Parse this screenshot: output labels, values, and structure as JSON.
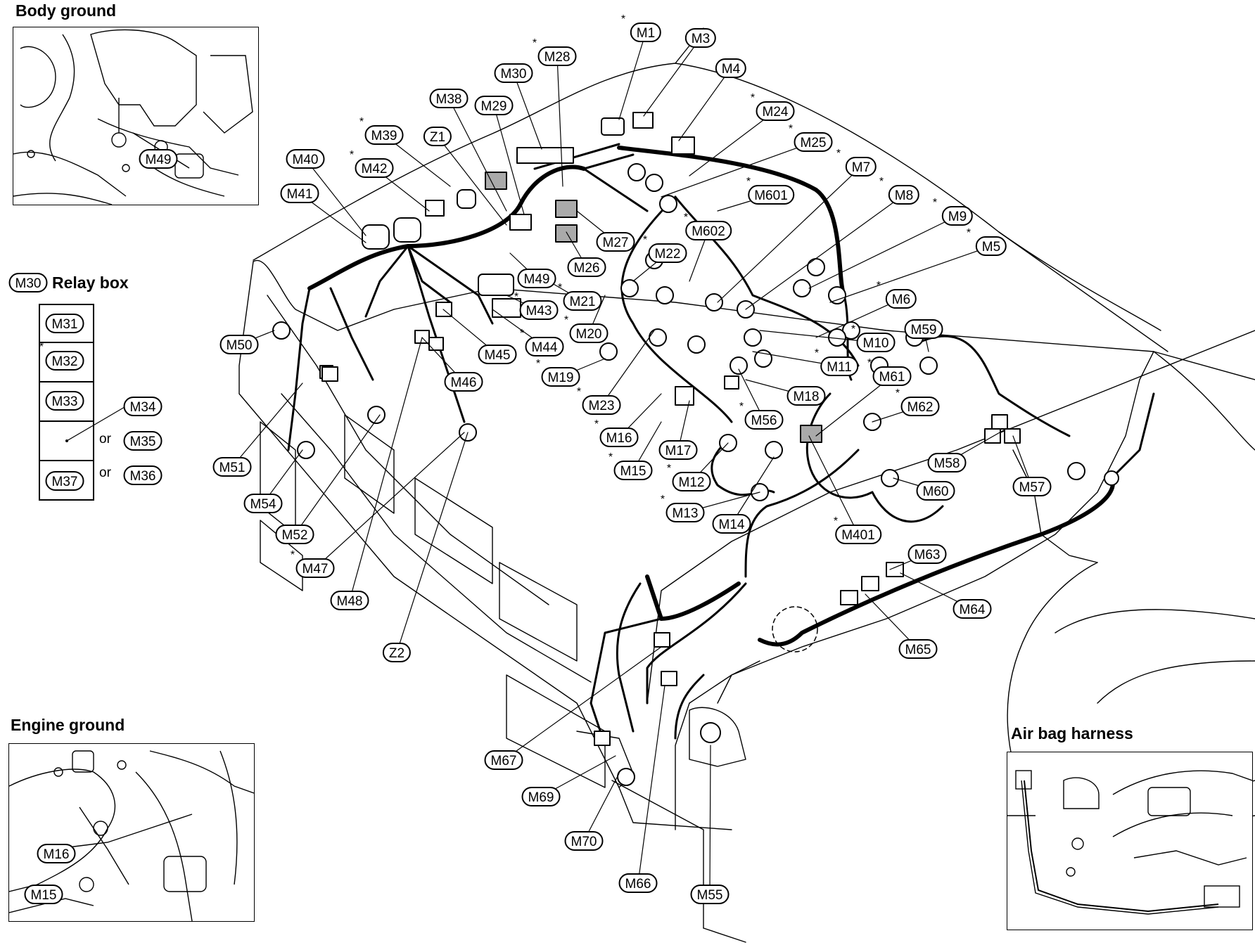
{
  "insets": {
    "body_ground": {
      "title": "Body ground",
      "label": "M49"
    },
    "engine_ground": {
      "title": "Engine ground",
      "labels": [
        "M16",
        "M15"
      ]
    },
    "air_bag": {
      "title": "Air bag harness"
    }
  },
  "relay_box": {
    "ref": "M30",
    "title": "Relay box",
    "cells": [
      "M31",
      "M32",
      "M33",
      "",
      "M37"
    ],
    "starred_cell": "M32",
    "alternatives": [
      "M34",
      "M35",
      "M36"
    ],
    "or_text": "or"
  },
  "connectors": [
    {
      "id": "M1",
      "star": true
    },
    {
      "id": "M3",
      "star": false
    },
    {
      "id": "M4",
      "star": false
    },
    {
      "id": "M28",
      "star": true
    },
    {
      "id": "M30",
      "star": false
    },
    {
      "id": "M38",
      "star": false
    },
    {
      "id": "M29",
      "star": false
    },
    {
      "id": "M24",
      "star": true
    },
    {
      "id": "M25",
      "star": true
    },
    {
      "id": "M39",
      "star": true
    },
    {
      "id": "Z1",
      "star": false
    },
    {
      "id": "M40",
      "star": false
    },
    {
      "id": "M42",
      "star": true
    },
    {
      "id": "M7",
      "star": true
    },
    {
      "id": "M601",
      "star": true
    },
    {
      "id": "M41",
      "star": false
    },
    {
      "id": "M8",
      "star": true
    },
    {
      "id": "M9",
      "star": true
    },
    {
      "id": "M602",
      "star": true
    },
    {
      "id": "M27",
      "star": false
    },
    {
      "id": "M22",
      "star": true
    },
    {
      "id": "M5",
      "star": true
    },
    {
      "id": "M26",
      "star": false
    },
    {
      "id": "M49",
      "star": false
    },
    {
      "id": "M21",
      "star": true
    },
    {
      "id": "M43",
      "star": true
    },
    {
      "id": "M6",
      "star": true
    },
    {
      "id": "M20",
      "star": true
    },
    {
      "id": "M59",
      "star": false
    },
    {
      "id": "M44",
      "star": true
    },
    {
      "id": "M10",
      "star": true
    },
    {
      "id": "M50",
      "star": false
    },
    {
      "id": "M45",
      "star": false
    },
    {
      "id": "M11",
      "star": true
    },
    {
      "id": "M19",
      "star": true
    },
    {
      "id": "M61",
      "star": true
    },
    {
      "id": "M46",
      "star": false
    },
    {
      "id": "M18",
      "star": false
    },
    {
      "id": "M23",
      "star": true
    },
    {
      "id": "M62",
      "star": true
    },
    {
      "id": "M56",
      "star": true
    },
    {
      "id": "M16",
      "star": true
    },
    {
      "id": "M17",
      "star": false
    },
    {
      "id": "M51",
      "star": false
    },
    {
      "id": "M15",
      "star": true
    },
    {
      "id": "M58",
      "star": false
    },
    {
      "id": "M12",
      "star": true
    },
    {
      "id": "M60",
      "star": false
    },
    {
      "id": "M57",
      "star": false
    },
    {
      "id": "M54",
      "star": false
    },
    {
      "id": "M13",
      "star": true
    },
    {
      "id": "M14",
      "star": false
    },
    {
      "id": "M52",
      "star": false
    },
    {
      "id": "M401",
      "star": true
    },
    {
      "id": "M47",
      "star": true
    },
    {
      "id": "M63",
      "star": false
    },
    {
      "id": "M48",
      "star": false
    },
    {
      "id": "M64",
      "star": false
    },
    {
      "id": "M65",
      "star": false
    },
    {
      "id": "Z2",
      "star": false
    },
    {
      "id": "M67",
      "star": false
    },
    {
      "id": "M69",
      "star": false
    },
    {
      "id": "M70",
      "star": false
    },
    {
      "id": "M66",
      "star": false
    },
    {
      "id": "M55",
      "star": false
    }
  ]
}
